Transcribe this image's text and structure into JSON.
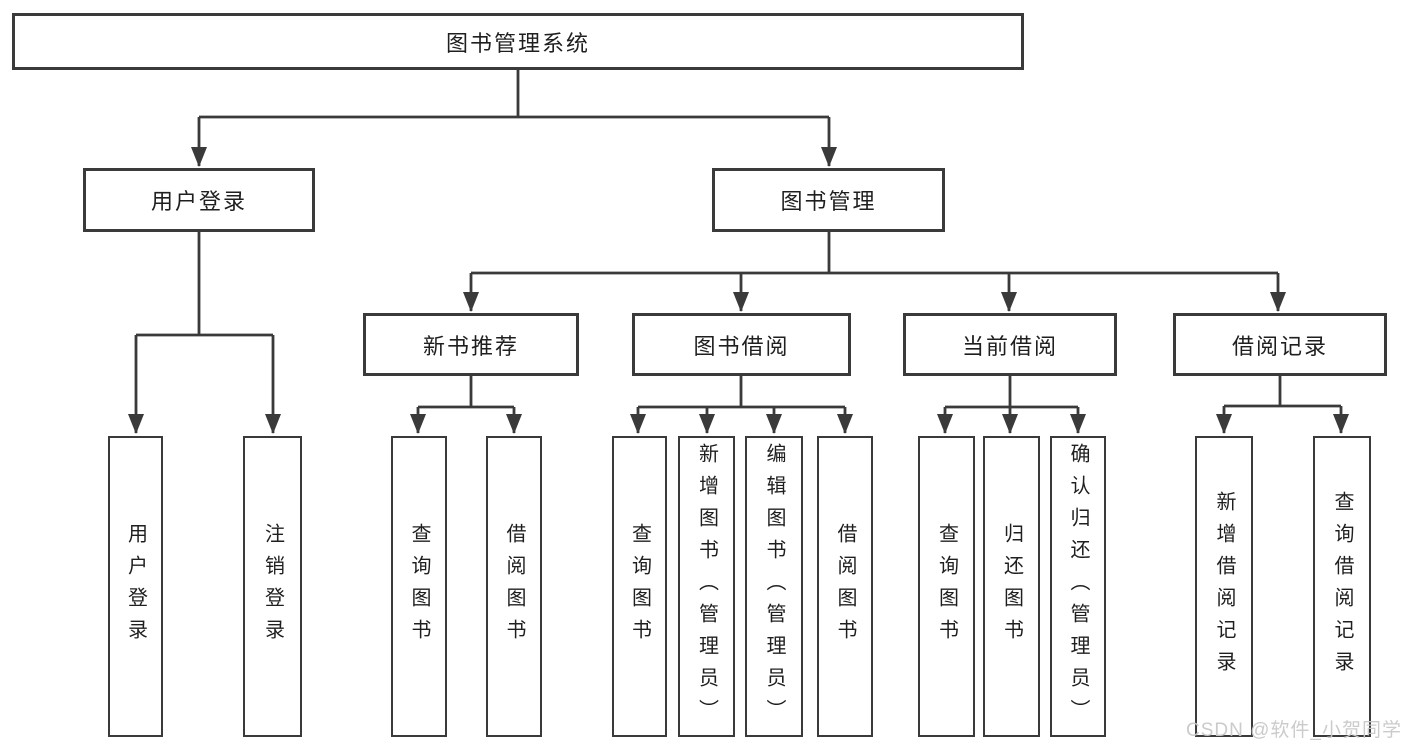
{
  "diagram": {
    "type": "hierarchy-diagram",
    "colors": {
      "line": "#3a3a3a",
      "box_border": "#3a3a3a",
      "box_background": "#ffffff",
      "text": "#1f1f1f",
      "watermark_text": "#c8c8c8",
      "page_background": "#ffffff"
    },
    "tree": {
      "label": "图书管理系统",
      "children": [
        {
          "label": "用户登录",
          "children": [
            {
              "label": "用户登录"
            },
            {
              "label": "注销登录"
            }
          ]
        },
        {
          "label": "图书管理",
          "children": [
            {
              "label": "新书推荐",
              "children": [
                {
                  "label": "查询图书"
                },
                {
                  "label": "借阅图书"
                }
              ]
            },
            {
              "label": "图书借阅",
              "children": [
                {
                  "label": "查询图书"
                },
                {
                  "label": "新增图书（管理员）"
                },
                {
                  "label": "编辑图书（管理员）"
                },
                {
                  "label": "借阅图书"
                }
              ]
            },
            {
              "label": "当前借阅",
              "children": [
                {
                  "label": "查询图书"
                },
                {
                  "label": "归还图书"
                },
                {
                  "label": "确认归还（管理员）"
                }
              ]
            },
            {
              "label": "借阅记录",
              "children": [
                {
                  "label": "新增借阅记录"
                },
                {
                  "label": "查询借阅记录"
                }
              ]
            }
          ]
        }
      ]
    },
    "watermark": {
      "text": "CSDN @软件_小贺同学"
    }
  }
}
